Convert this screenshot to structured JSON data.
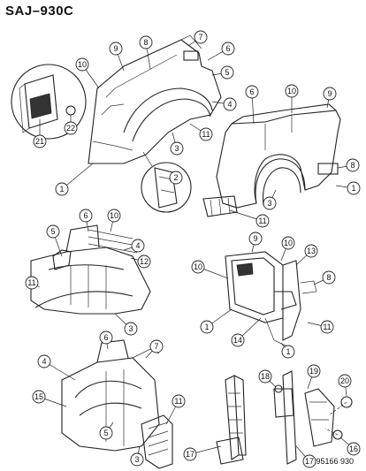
{
  "header": {
    "title": "SAJ–930C"
  },
  "footer": {
    "code": "95166  930"
  },
  "callouts": {
    "v1": [
      "9",
      "8",
      "7",
      "6",
      "10",
      "5",
      "4",
      "22",
      "21",
      "11",
      "3",
      "2",
      "1"
    ],
    "v2": [
      "6",
      "10",
      "9",
      "8",
      "1",
      "3",
      "11"
    ],
    "v3": [
      "5",
      "6",
      "10",
      "4",
      "12",
      "11",
      "3"
    ],
    "v4": [
      "9",
      "10",
      "13",
      "10",
      "8",
      "11",
      "1",
      "14",
      "1"
    ],
    "v5": [
      "6",
      "7",
      "4",
      "15",
      "11",
      "5",
      "3",
      "17"
    ],
    "v6": [
      "18",
      "19",
      "20",
      "17",
      "16"
    ]
  }
}
